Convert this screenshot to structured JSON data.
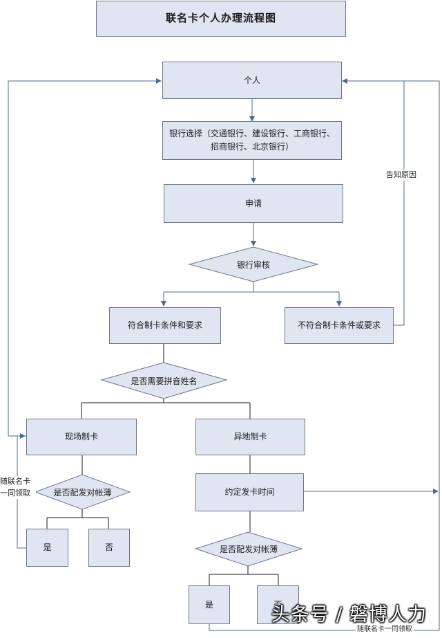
{
  "title": "联名卡个人办理流程图",
  "nodes": {
    "person": "个人",
    "bank_choice_line1": "银行选择（交通银行、建设银行、工商银行、",
    "bank_choice_line2": "招商银行、北京银行）",
    "apply": "申请",
    "bank_review": "银行审核",
    "qualified": "符合制卡条件和要求",
    "not_qualified": "不符合制卡条件或要求",
    "need_pinyin": "是否需要拼音姓名",
    "onsite": "现场制卡",
    "offsite": "异地制卡",
    "onsite_passbook_q": "是否配发对帐薄",
    "onsite_yes": "是",
    "onsite_no": "否",
    "appointment": "约定发卡时间",
    "offsite_passbook_q": "是否配发对帐薄",
    "offsite_yes": "是",
    "offsite_no": "否"
  },
  "labels": {
    "tell_reason": "告知原因",
    "collect_with_card_1": "随联名卡",
    "collect_with_card_2": "一同领取",
    "collect_with_card_bottom": "随联名卡一同领取"
  },
  "watermark": "头条号 / 磐博人力",
  "colors": {
    "box_fill": "#dfe5f1",
    "box_border": "#6e7687",
    "arrow": "#4a6a9a",
    "line": "#1a1a1a"
  }
}
